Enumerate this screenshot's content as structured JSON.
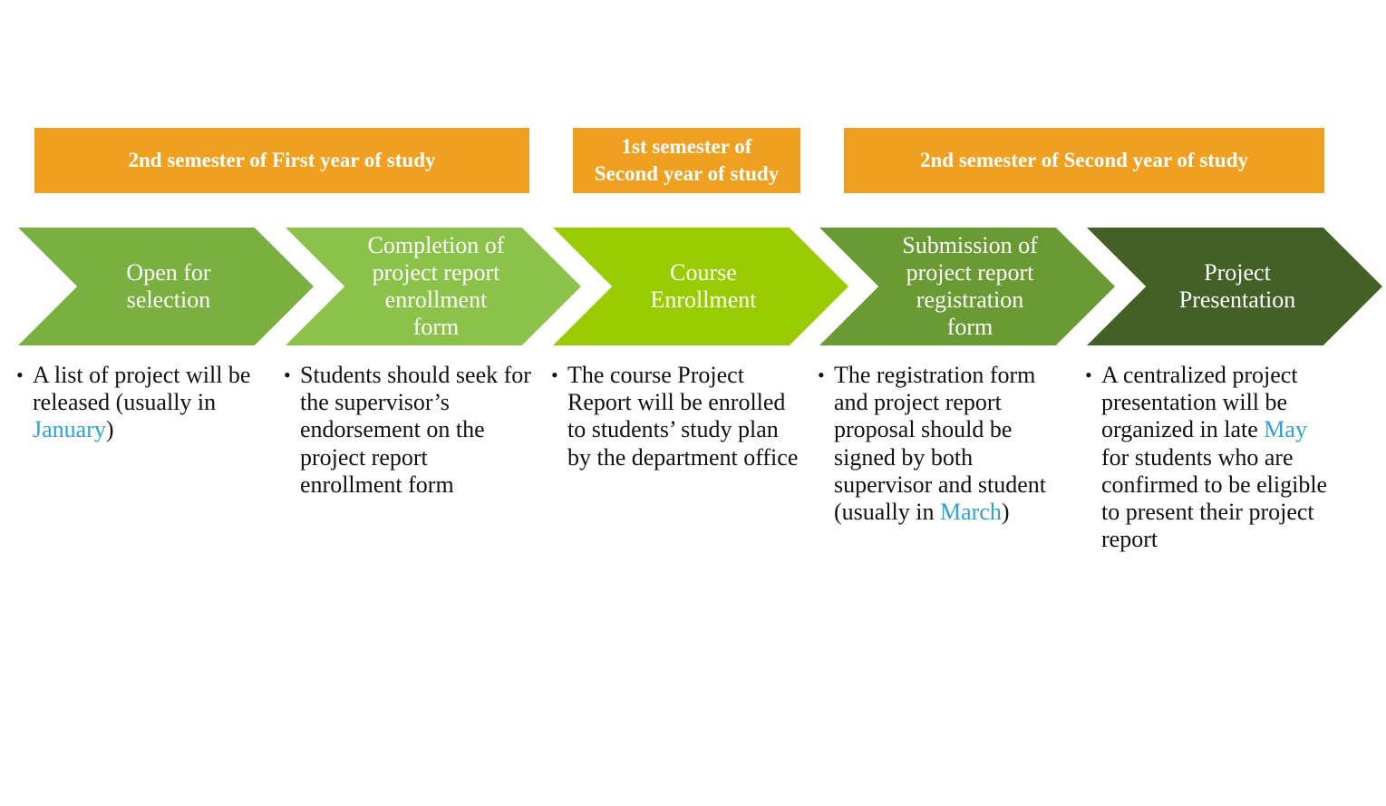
{
  "semesters": [
    {
      "label": "2nd semester of First year of study"
    },
    {
      "label": "1st semester of\nSecond year of study"
    },
    {
      "label": "2nd semester of Second year of study"
    }
  ],
  "steps": [
    {
      "label": "Open for\nselection",
      "color": "#7ab040",
      "bullet": "•",
      "desc_before": "A list of project will be released (usually in ",
      "desc_highlight": "January",
      "desc_after": ")"
    },
    {
      "label": "Completion of\nproject report\nenrollment\nform",
      "color": "#8bc34a",
      "bullet": "•",
      "desc_before": "Students should seek for the supervisor’s endorsement on the project report enrollment form",
      "desc_highlight": "",
      "desc_after": ""
    },
    {
      "label": "Course\nEnrollment",
      "color": "#99cc00",
      "bullet": "•",
      "desc_before": "The course Project Report will be enrolled to students’ study plan by the department office",
      "desc_highlight": "",
      "desc_after": ""
    },
    {
      "label": "Submission of\nproject report\nregistration\nform",
      "color": "#6a9a34",
      "bullet": "•",
      "desc_before": "The registration form and project report proposal should be signed by both supervisor and student (usually in ",
      "desc_highlight": "March",
      "desc_after": ")"
    },
    {
      "label": "Project\nPresentation",
      "color": "#436127",
      "bullet": "•",
      "desc_before": "A centralized project presentation will be organized in late ",
      "desc_highlight": "May",
      "desc_after": " for students who are confirmed to be eligible to present their project report"
    }
  ],
  "colors": {
    "semester_bg": "#f0a020",
    "highlight": "#2aa1d8"
  }
}
